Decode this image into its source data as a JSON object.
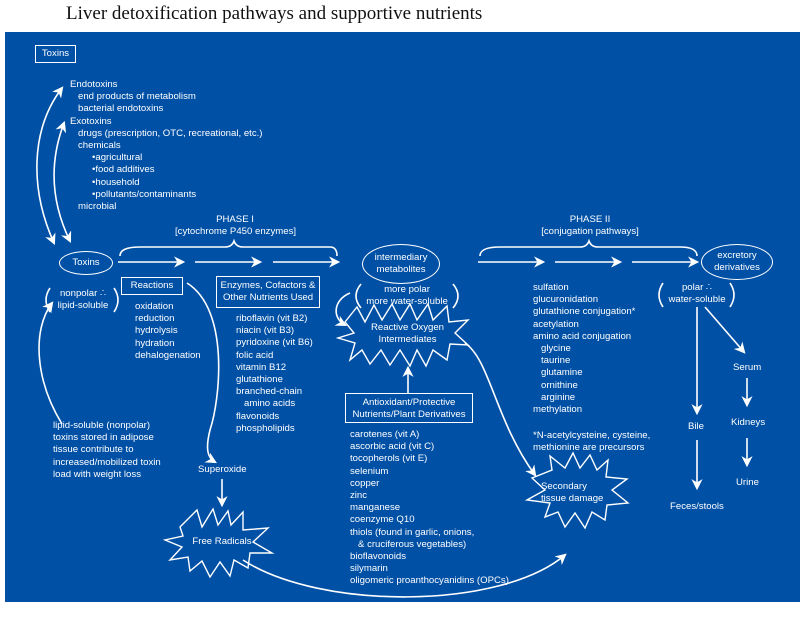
{
  "title": "Liver detoxification pathways and supportive nutrients",
  "colors": {
    "panel": "#0050a5",
    "foreground": "#ffffff"
  },
  "toxins_box": "Toxins",
  "toxin_sources": [
    {
      "text": "Endotoxins",
      "level": 0
    },
    {
      "text": "end products of metabolism",
      "level": 1
    },
    {
      "text": "bacterial endotoxins",
      "level": 1
    },
    {
      "text": "Exotoxins",
      "level": 0
    },
    {
      "text": "drugs (prescription, OTC, recreational, etc.)",
      "level": 1
    },
    {
      "text": "chemicals",
      "level": 1
    },
    {
      "text": "•agricultural",
      "level": 2
    },
    {
      "text": "•food additives",
      "level": 2
    },
    {
      "text": "•household",
      "level": 2
    },
    {
      "text": "•pollutants/contaminants",
      "level": 2
    },
    {
      "text": "microbial",
      "level": 1
    }
  ],
  "toxins_node": "Toxins",
  "nonpolar": {
    "line1": "nonpolar ∴",
    "line2": "lipid-soluble"
  },
  "adipose_note": [
    "lipid-soluble (nonpolar)",
    "toxins stored in adipose",
    "tissue contribute to",
    "increased/mobilized toxin",
    "load with weight loss"
  ],
  "phase1": {
    "title": "PHASE I",
    "subtitle": "[cytochrome P450 enzymes]"
  },
  "reactions": {
    "header": "Reactions",
    "items": [
      "oxidation",
      "reduction",
      "hydrolysis",
      "hydration",
      "dehalogenation"
    ]
  },
  "enzymes": {
    "header_line1": "Enzymes, Cofactors &",
    "header_line2": "Other Nutrients Used",
    "items": [
      {
        "text": "riboflavin (vit B2)",
        "indent": false
      },
      {
        "text": "niacin (vit B3)",
        "indent": false
      },
      {
        "text": "pyridoxine (vit B6)",
        "indent": false
      },
      {
        "text": "folic acid",
        "indent": false
      },
      {
        "text": "vitamin B12",
        "indent": false
      },
      {
        "text": "glutathione",
        "indent": false
      },
      {
        "text": "branched-chain",
        "indent": false
      },
      {
        "text": "amino acids",
        "indent": true
      },
      {
        "text": "flavonoids",
        "indent": false
      },
      {
        "text": "phospholipids",
        "indent": false
      }
    ]
  },
  "superoxide": "Superoxide",
  "free_radicals": "Free Radicals",
  "intermediary": {
    "line1": "intermediary",
    "line2": "metabolites"
  },
  "more_polar": {
    "line1": "more polar",
    "line2": "more water-soluble"
  },
  "roi": {
    "line1": "Reactive Oxygen",
    "line2": "Intermediates"
  },
  "antioxidant": {
    "header_line1": "Antioxidant/Protective",
    "header_line2": "Nutrients/Plant Derivatives",
    "items": [
      {
        "text": "carotenes (vit A)",
        "indent": false
      },
      {
        "text": "ascorbic acid (vit C)",
        "indent": false
      },
      {
        "text": "tocopherols (vit E)",
        "indent": false
      },
      {
        "text": "selenium",
        "indent": false
      },
      {
        "text": "copper",
        "indent": false
      },
      {
        "text": "zinc",
        "indent": false
      },
      {
        "text": "manganese",
        "indent": false
      },
      {
        "text": "coenzyme Q10",
        "indent": false
      },
      {
        "text": "thiols (found in garlic, onions,",
        "indent": false
      },
      {
        "text": "& cruciferous vegetables)",
        "indent": true
      },
      {
        "text": "bioflavonoids",
        "indent": false
      },
      {
        "text": "silymarin",
        "indent": false
      },
      {
        "text": "oligomeric proanthocyanidins (OPCs)",
        "indent": false
      }
    ]
  },
  "phase2": {
    "title": "PHASE II",
    "subtitle": "[conjugation pathways]"
  },
  "conjugation": [
    {
      "text": "sulfation",
      "indent": false
    },
    {
      "text": "glucuronidation",
      "indent": false
    },
    {
      "text": "glutathione conjugation*",
      "indent": false
    },
    {
      "text": "acetylation",
      "indent": false
    },
    {
      "text": "amino acid conjugation",
      "indent": false
    },
    {
      "text": "glycine",
      "indent": true
    },
    {
      "text": "taurine",
      "indent": true
    },
    {
      "text": "glutamine",
      "indent": true
    },
    {
      "text": "ornithine",
      "indent": true
    },
    {
      "text": "arginine",
      "indent": true
    },
    {
      "text": "methylation",
      "indent": false
    }
  ],
  "footnote": {
    "line1": "*N-acetylcysteine, cysteine,",
    "line2": "methionine are precursors"
  },
  "secondary": {
    "line1": "Secondary",
    "line2": "tissue damage"
  },
  "excretory": {
    "line1": "excretory",
    "line2": "derivatives"
  },
  "polar": {
    "line1": "polar ∴",
    "line2": "water-soluble"
  },
  "excretion": {
    "bile": "Bile",
    "feces": "Feces/stools",
    "serum": "Serum",
    "kidneys": "Kidneys",
    "urine": "Urine"
  }
}
